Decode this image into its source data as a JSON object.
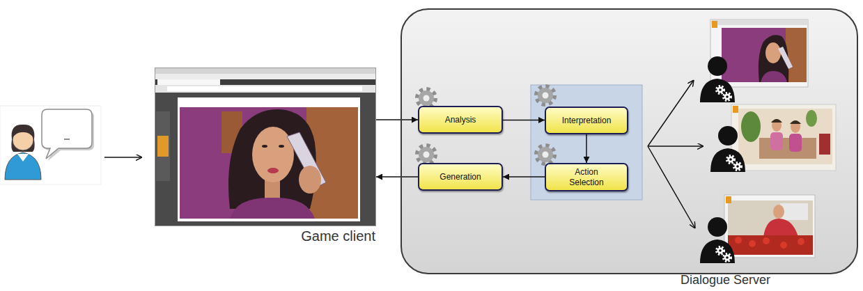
{
  "diagram": {
    "nodes": [
      {
        "text": [
          "Game client"
        ]
      },
      {
        "text": [
          "Dialogue Server"
        ]
      },
      {
        "text": [
          "Analysis"
        ],
        "in": 1
      },
      {
        "text": [
          "Interpretation"
        ],
        "in": 1
      },
      {
        "text": [
          "Action Selection"
        ],
        "in": 1
      },
      {
        "text": [
          "Generation"
        ],
        "in": 1
      }
    ],
    "edges": [
      {
        "from": 0,
        "to": 2,
        "arrow": "to"
      },
      {
        "from": 2,
        "to": 3,
        "arrow": "to"
      },
      {
        "from": 3,
        "to": 4,
        "arrow": "to"
      },
      {
        "from": 4,
        "to": 5,
        "arrow": "to"
      },
      {
        "from": 5,
        "to": 0,
        "arrow": "to"
      }
    ]
  }
}
